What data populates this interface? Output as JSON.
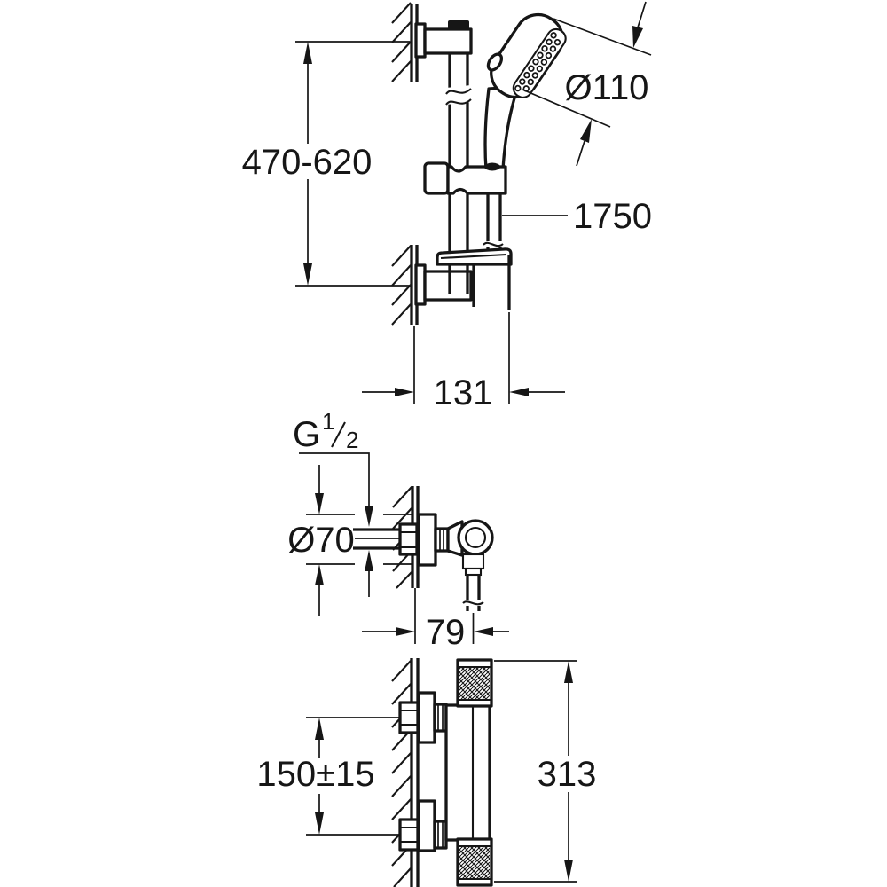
{
  "drawing": {
    "rail_view": {
      "rail_height_range": "470-620",
      "hand_shower_diameter": "Ø110",
      "hose_length": "1750",
      "depth": "131"
    },
    "union_view": {
      "thread_letter": "G",
      "thread_numerator": "1",
      "thread_denominator": "2",
      "escutcheon_diameter": "Ø70",
      "depth": "79"
    },
    "thermostat_view": {
      "inlet_spacing": "150±15",
      "overall_height": "313"
    }
  }
}
